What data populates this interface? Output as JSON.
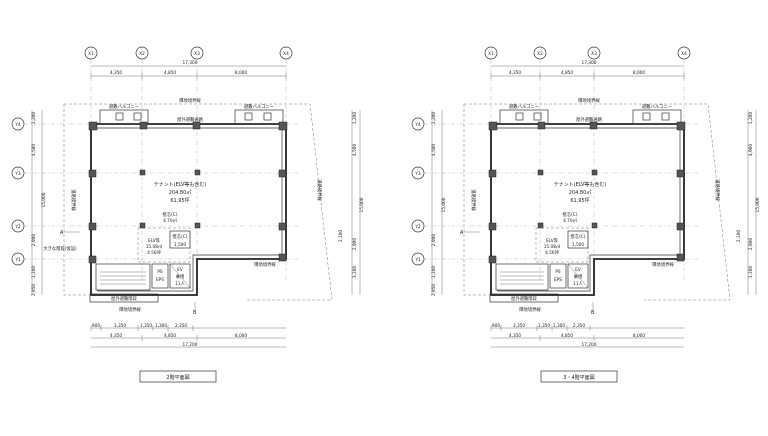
{
  "plans": [
    {
      "id": "left",
      "caption": "2階平面図",
      "grid_top": [
        "X1",
        "X2",
        "X3",
        "X4"
      ],
      "grid_left": [
        "Y4",
        "Y3",
        "Y2",
        "Y1"
      ],
      "top_total": "17,300",
      "top_spans": [
        "4,350",
        "4,850",
        "8,000"
      ],
      "top_boundary": "隣地境界線",
      "balcony_left": "避難バルコニー",
      "balcony_right": "避難バルコニー",
      "corridor_top": "屋外避難通路",
      "tenant_name": "テナント(ELV等も含む)",
      "tenant_area": "204.80㎡",
      "tenant_tsubo": "61.95坪",
      "note_small": "壁芯(C)",
      "note_small2": "4.70㎡",
      "elv_area_label": "ELV等",
      "elv_area": "15.08㎡",
      "elv_tsubo": "4.56坪",
      "core_top_label": "壁芯(C)",
      "core_top_value": "1,500",
      "ps_label": "PS",
      "eps_label": "EPS",
      "ev_label": "EV",
      "ev_sub1": "乗用",
      "ev_sub2": "11人",
      "stair_label": "屋外避難階段",
      "bottom_boundary": "隣地境界線",
      "right_boundary": "道路境界線",
      "right_boundary2": "隣地境界線",
      "road_label": "道路境界線",
      "left_note": "大きな階段(仮設)",
      "left_dims": [
        "1,200",
        "4,580",
        "15,000",
        "2,900",
        "3,100",
        "2,950"
      ],
      "right_dims": [
        "1,200",
        "4,500",
        "15,000",
        "2,100",
        "2,900",
        "3,100"
      ],
      "bottom_dims_row1": [
        "900",
        "3,350",
        "1,350",
        "1,300",
        "2,350"
      ],
      "bottom_dims_row2": [
        "4,350",
        "4,850",
        "8,000"
      ],
      "bottom_total": "17,200",
      "marker_a": "A",
      "marker_b": "B"
    },
    {
      "id": "right",
      "caption": "3・4階平面図",
      "grid_top": [
        "X1",
        "X2",
        "X3",
        "X4"
      ],
      "grid_left": [
        "Y4",
        "Y3",
        "Y2",
        "Y1"
      ],
      "top_total": "17,300",
      "top_spans": [
        "4,350",
        "4,850",
        "8,000"
      ],
      "top_boundary": "隣地境界線",
      "balcony_left": "避難バルコニー",
      "balcony_right": "避難バルコニー",
      "corridor_top": "屋外避難通路",
      "tenant_name": "テナント(ELV等も含む)",
      "tenant_area": "204.80㎡",
      "tenant_tsubo": "61.95坪",
      "note_small": "壁芯(C)",
      "note_small2": "4.70㎡",
      "elv_area_label": "ELV等",
      "elv_area": "15.08㎡",
      "elv_tsubo": "4.56坪",
      "core_top_label": "壁芯(C)",
      "core_top_value": "1,500",
      "ps_label": "PS",
      "eps_label": "EPS",
      "ev_label": "EV",
      "ev_sub1": "乗用",
      "ev_sub2": "11人",
      "stair_label": "屋外避難階段",
      "bottom_boundary": "隣地境界線",
      "right_boundary": "道路境界線",
      "right_boundary2": "隣地境界線",
      "road_label": "道路境界線",
      "left_note": "",
      "left_dims": [
        "1,200",
        "4,500",
        "15,000",
        "2,900",
        "3,100",
        "2,950"
      ],
      "right_dims": [
        "1,200",
        "4,900",
        "15,000",
        "2,100",
        "2,900",
        "3,100"
      ],
      "bottom_dims_row1": [
        "900",
        "3,350",
        "1,350",
        "1,300",
        "2,350"
      ],
      "bottom_dims_row2": [
        "4,350",
        "4,850",
        "8,000"
      ],
      "bottom_total": "17,200",
      "marker_a": "A",
      "marker_b": "B"
    }
  ]
}
